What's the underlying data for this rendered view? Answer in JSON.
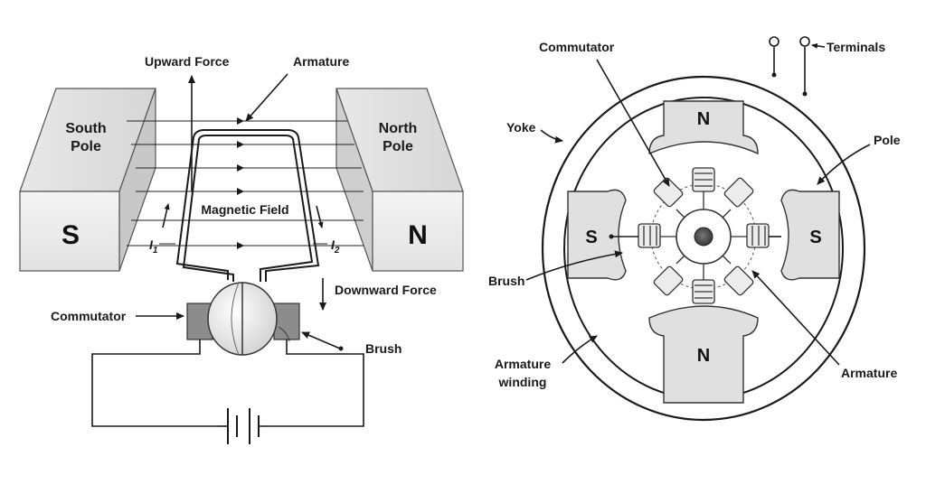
{
  "left_diagram": {
    "labels": {
      "upward_force": "Upward Force",
      "armature": "Armature",
      "south_pole": [
        "South",
        "Pole"
      ],
      "north_pole": [
        "North",
        "Pole"
      ],
      "magnetic_field": "Magnetic Field",
      "s": "S",
      "n": "N",
      "i1": "I",
      "i1_sub": "1",
      "i2": "I",
      "i2_sub": "2",
      "downward_force": "Downward Force",
      "commutator": "Commutator",
      "brush": "Brush"
    }
  },
  "right_diagram": {
    "labels": {
      "commutator": "Commutator",
      "terminals": "Terminals",
      "yoke": "Yoke",
      "pole": "Pole",
      "n_top": "N",
      "n_bottom": "N",
      "s_left": "S",
      "s_right": "S",
      "brush": "Brush",
      "armature_winding": [
        "Armature",
        "winding"
      ],
      "armature": "Armature"
    }
  }
}
